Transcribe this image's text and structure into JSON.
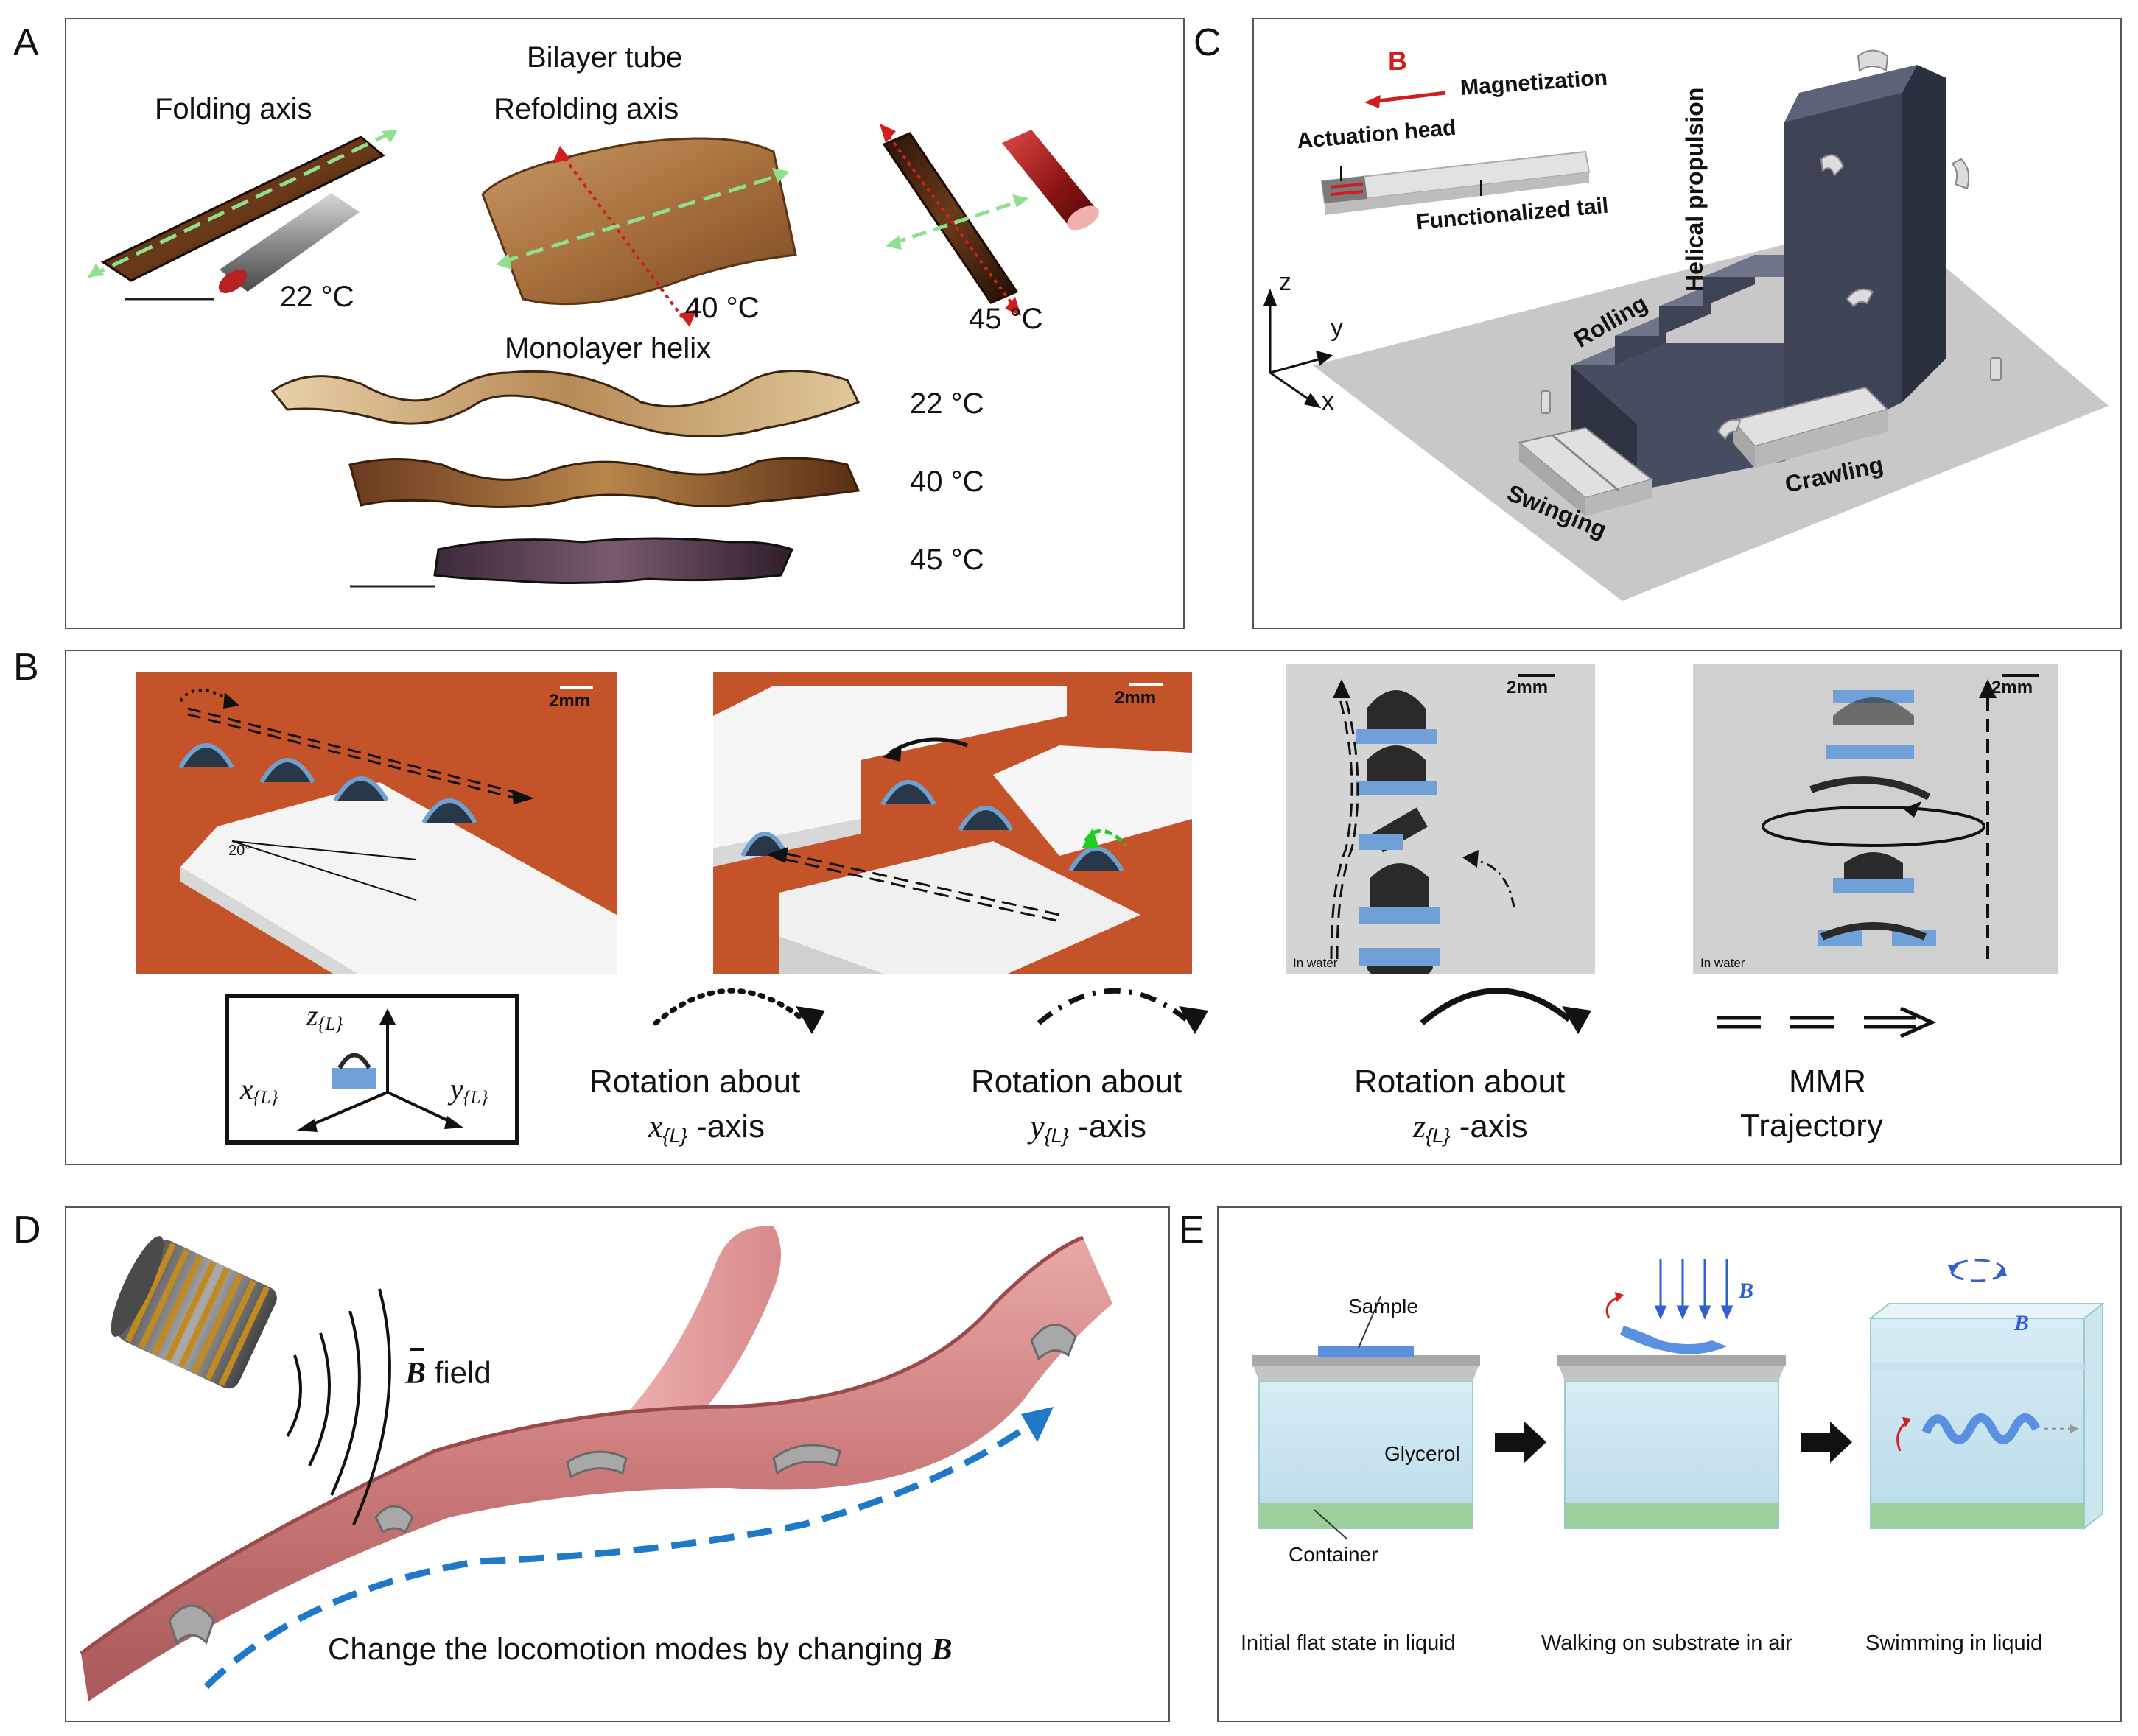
{
  "panel_labels": {
    "a": "A",
    "b": "B",
    "c": "C",
    "d": "D",
    "e": "E"
  },
  "panel_a": {
    "title_tube": "Bilayer tube",
    "folding_axis": "Folding axis",
    "refolding_axis": "Refolding axis",
    "temp_22": "22 °C",
    "temp_40": "40 °C",
    "temp_45": "45 °C",
    "title_helix": "Monolayer helix",
    "helix_temps": [
      "22 °C",
      "40 °C",
      "45 °C"
    ]
  },
  "panel_b": {
    "scale": "2mm",
    "angle": "20°",
    "in_water": "In water",
    "axis_z": "z",
    "axis_x": "x",
    "axis_y": "y",
    "axis_sub": "{L}",
    "legend_rot_line1": "Rotation about",
    "legend_axis_suffix": "-axis",
    "legend_mmr_line1": "MMR",
    "legend_mmr_line2": "Trajectory"
  },
  "panel_c": {
    "b_label": "B",
    "magnetization": "Magnetization",
    "actuation_head": "Actuation head",
    "functionalized_tail": "Functionalized tail",
    "helical_propulsion": "Helical propulsion",
    "rolling": "Rolling",
    "swinging": "Swinging",
    "crawling": "Crawling",
    "axis_z": "z",
    "axis_y": "y",
    "axis_x": "x"
  },
  "panel_d": {
    "field_label": "B",
    "field_suffix": " field",
    "caption": "Change the locomotion modes by changing ",
    "caption_symbol": "B"
  },
  "panel_e": {
    "sample": "Sample",
    "glycerol": "Glycerol",
    "container": "Container",
    "b_symbol": "B",
    "captions": [
      "Initial flat state in liquid",
      "Walking on substrate in air",
      "Swimming in liquid"
    ]
  },
  "colors": {
    "panel_border": "#555555",
    "red_arrow": "#cc1f1f",
    "green_dash": "#8ee08e",
    "blue_dash": "#1f78c8",
    "vessel_pink": "#d98b8b",
    "field_blue": "#2f5fd0"
  }
}
